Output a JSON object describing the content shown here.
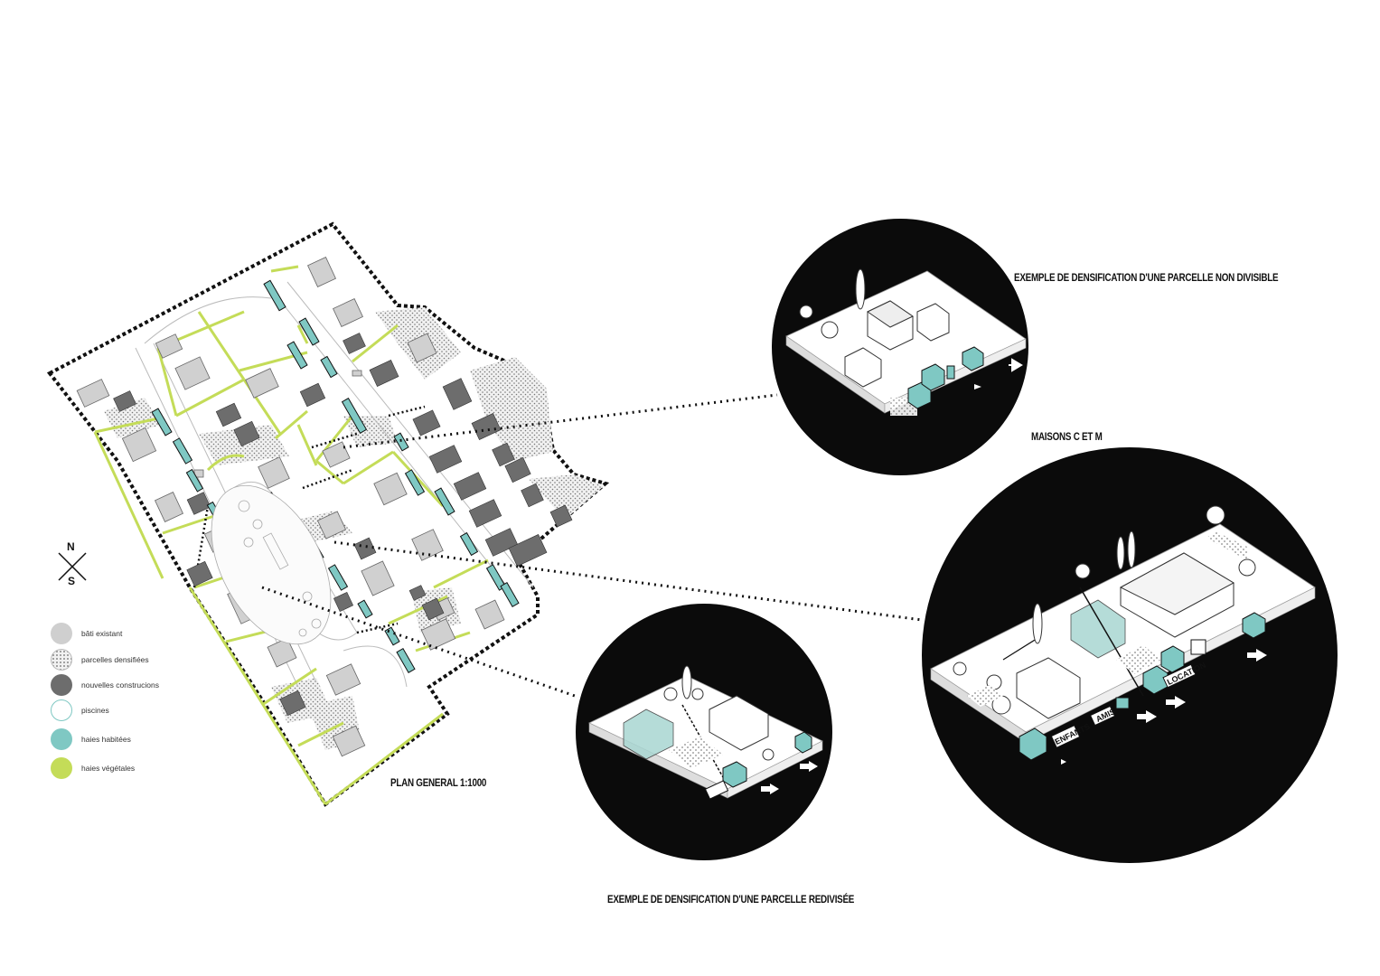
{
  "titles": {
    "non_divisible": "EXEMPLE DE DENSIFICATION D'UNE PARCELLE NON DIVISIBLE",
    "maisons": "MAISONS C ET M",
    "redivisee": "EXEMPLE DE DENSIFICATION D'UNE PARCELLE REDIVISÉE",
    "plan": "PLAN GENERAL 1:1000"
  },
  "compass": {
    "north": "N",
    "south": "S"
  },
  "legend": [
    {
      "label": "bâti existant",
      "color": "#cfcfcf"
    },
    {
      "label": "parcelles densifiées",
      "color": "#e4e4e4"
    },
    {
      "label": "nouvelles construcions",
      "color": "#6d6d6d"
    },
    {
      "label": "piscines",
      "color": "#ffffff"
    },
    {
      "label": "haies habitées",
      "color": "#7fc8c3"
    },
    {
      "label": "haies végétales",
      "color": "#c4dc58"
    }
  ],
  "circle_labels": {
    "location": "LOCATION",
    "amis": "AMIS",
    "enfants": "ENFANTS"
  },
  "colors": {
    "teal": "#7fc8c3",
    "green": "#c4dc58",
    "dark": "#6d6d6d",
    "light": "#cfcfcf"
  }
}
